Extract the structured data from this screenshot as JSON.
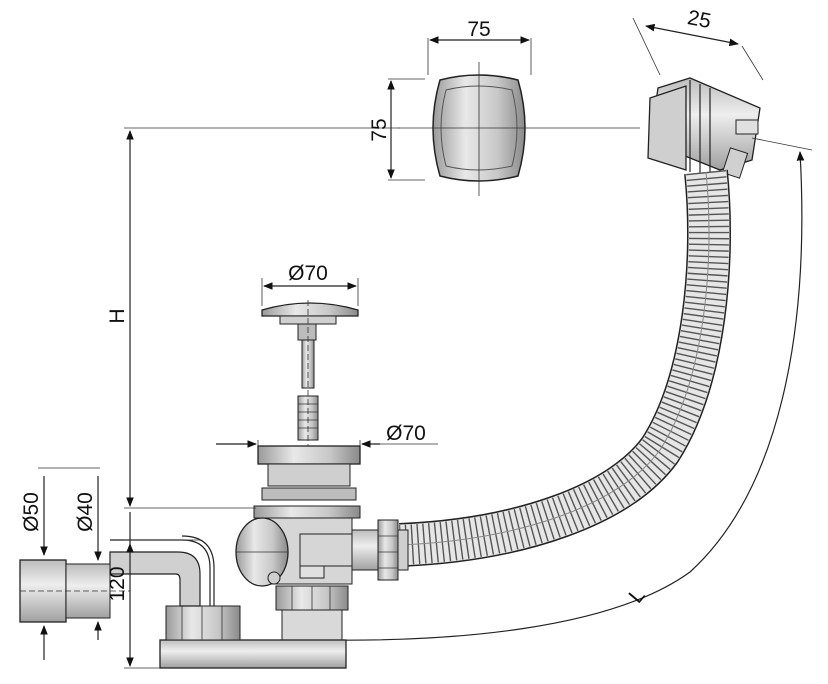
{
  "diagram": {
    "labels": {
      "overflow_width": "75",
      "overflow_height": "75",
      "overflow_depth": "25",
      "plug_diameter": "Ø70",
      "drain_diameter": "Ø70",
      "height": "H",
      "length": "L",
      "pipe_outer": "Ø50",
      "pipe_inner": "Ø40",
      "trap_height": "120"
    },
    "colors": {
      "line": "#222222",
      "part_fill": "#d9d9d9",
      "part_shade": "#bdbdbd",
      "hose_fill": "#e6e6e6"
    }
  }
}
